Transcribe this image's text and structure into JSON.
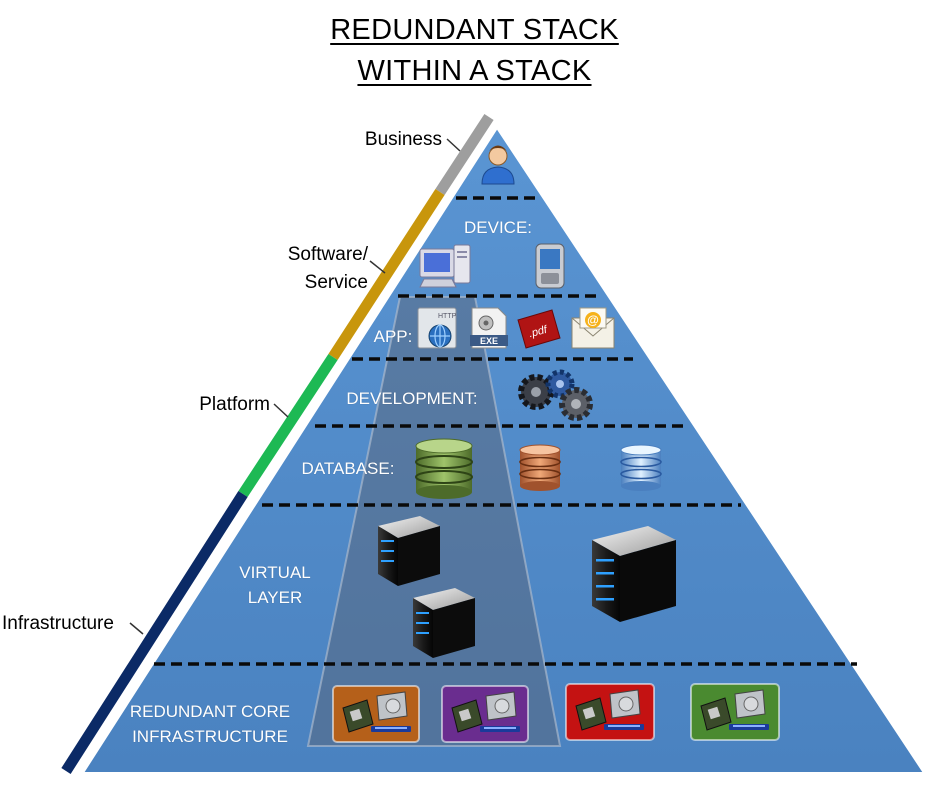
{
  "title": {
    "line1": "REDUNDANT STACK",
    "line2": "WITHIN A STACK"
  },
  "side_bar": [
    {
      "label": "Business",
      "color": "#9e9e9e"
    },
    {
      "label": "Software/",
      "label2": "Service",
      "color": "#c8960c"
    },
    {
      "label": "Platform",
      "color": "#1db954"
    },
    {
      "label": "Infrastructure",
      "color": "#0b2a66"
    }
  ],
  "layers": {
    "device": "DEVICE:",
    "app": "APP:",
    "development": "DEVELOPMENT:",
    "database": "DATABASE:",
    "virtual_line1": "VIRTUAL",
    "virtual_line2": "LAYER",
    "core_line1": "REDUNDANT CORE",
    "core_line2": "INFRASTRUCTURE"
  },
  "icons": {
    "http_label": "HTTP",
    "exe_label": "EXE",
    "pdf_label": ".pdf",
    "email_label": "@"
  },
  "core_tiles": [
    {
      "color": "#b5601a"
    },
    {
      "color": "#6a2d8f"
    },
    {
      "color": "#c41212"
    },
    {
      "color": "#4a8a30"
    }
  ],
  "colors": {
    "pyramid_fill": "#4f88c6",
    "pyramid_stroke": "#ffffff",
    "divider": "#0a0a0a",
    "overlay": "#5a6170"
  }
}
